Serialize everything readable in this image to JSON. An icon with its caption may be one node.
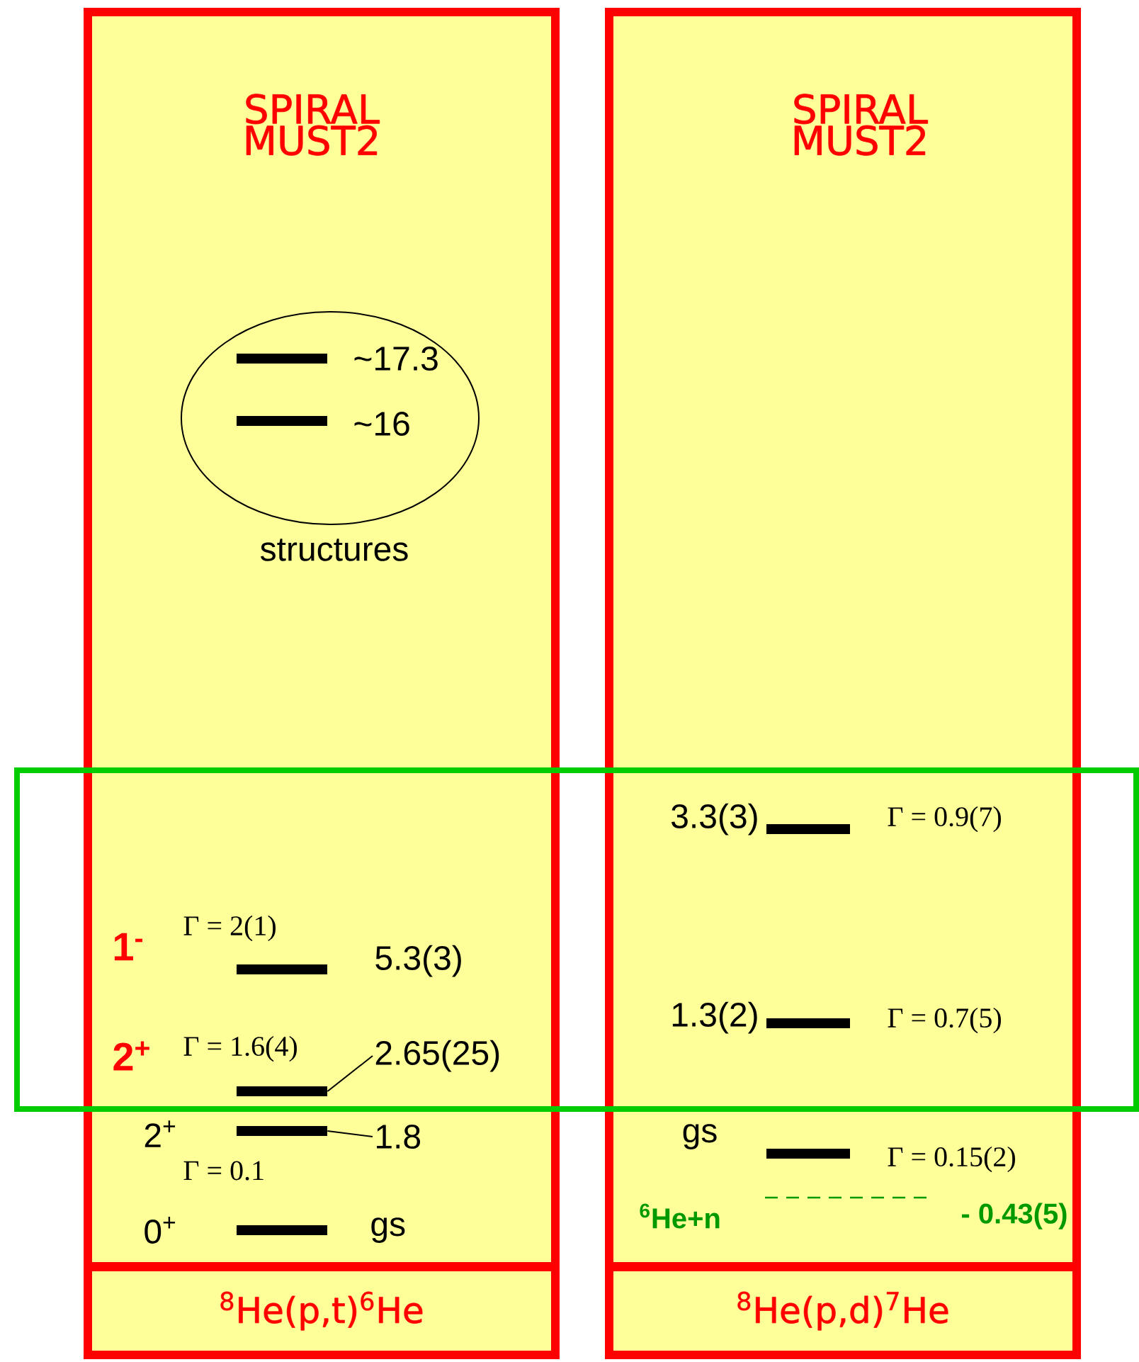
{
  "diagram": {
    "nodes": [
      {
        "text": [
          "SPIRAL MUST2"
        ]
      },
      {
        "text": [],
        "shape": "circle",
        "in": 0,
        "beside": [
          "structures"
        ]
      },
      {
        "text": [],
        "shape": "bar",
        "in": 1
      },
      {
        "text": [],
        "shape": "bar",
        "in": 1
      },
      {
        "text": [],
        "shape": "bar"
      },
      {
        "text": [],
        "shape": "bar"
      },
      {
        "text": [
          "2.65(25)"
        ]
      },
      {
        "text": [],
        "shape": "bar",
        "in": 0
      },
      {
        "text": [
          "1.8"
        ],
        "in": 0
      },
      {
        "text": [],
        "shape": "bar",
        "in": 0
      },
      {
        "text": [
          "$^{8}$He(p,t)$^{6}$He"
        ]
      },
      {
        "text": [
          "SPIRAL MUST2"
        ]
      },
      {
        "text": [],
        "shape": "bar"
      },
      {
        "text": [],
        "shape": "bar"
      },
      {
        "text": [],
        "shape": "bar",
        "in": 11
      },
      {
        "text": [],
        "shape": "bar",
        "in": 11
      },
      {
        "text": [
          "$^{8}$He(p,d)$^{7}$He"
        ]
      },
      {
        "text": [],
        "shape": "box"
      }
    ],
    "edges": [
      {
        "from": 6,
        "to": 5,
        "arrow": "none"
      },
      {
        "from": 8,
        "to": 7,
        "arrow": "none"
      }
    ],
    "labels": [
      "~17.3",
      "~16",
      "1$^{-}$",
      "Γ = 2(1)",
      "5.3(3)",
      "2$^{+}$",
      "Γ = 1.6(4)",
      "2$^{+}$",
      "Γ = 0.1",
      "0$^{+}$",
      "gs",
      "3.3(3)",
      "Γ = 0.9(7)",
      "1.3(2)",
      "Γ = 0.7(5)",
      "gs",
      "Γ = 0.15(2)",
      "$^{6}$He+n",
      "**- 0.43**(5)"
    ]
  }
}
